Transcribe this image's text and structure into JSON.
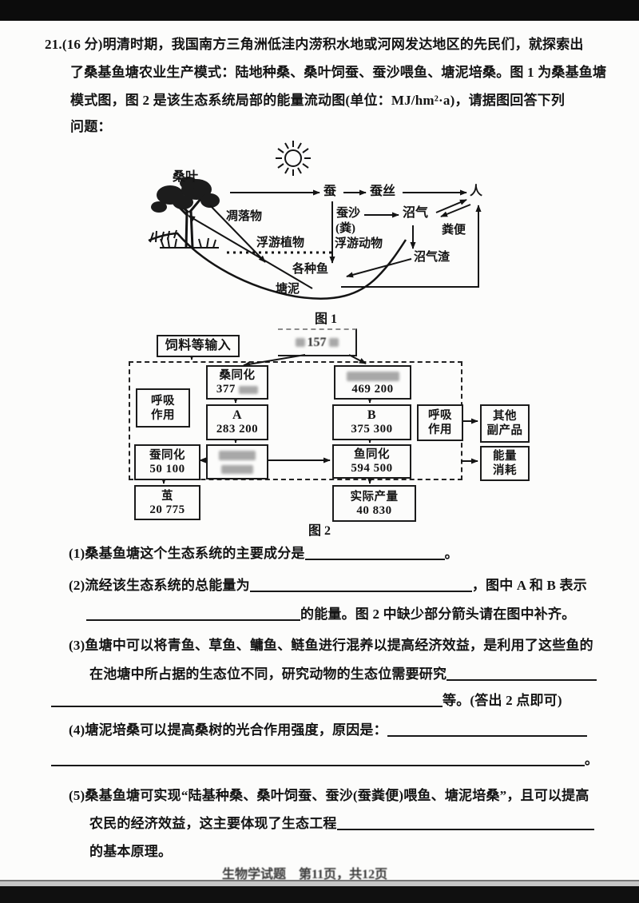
{
  "page": {
    "intro": {
      "num": "21.",
      "line1": "(16 分)明清时期，我国南方三角洲低洼内涝积水地或河网发达地区的先民们，就探索出",
      "line2": "了桑基鱼塘农业生产模式：陆地种桑、桑叶饲蚕、蚕沙喂鱼、塘泥培桑。图 1 为桑基鱼塘",
      "line3": "模式图，图 2 是该生态系统局部的能量流动图(单位：MJ/hm²·a)，请据图回答下列",
      "line4": "问题："
    },
    "q1": {
      "pre": "(1)桑基鱼塘这个生态系统的主要成分是",
      "post": "。"
    },
    "q2": {
      "pre": "(2)流经该生态系统的总能量为",
      "mid": "，图中 A 和 B 表示",
      "post": "的能量。图 2 中缺少部分箭头请在图中补齐。"
    },
    "q3": {
      "line1": "(3)鱼塘中可以将青鱼、草鱼、鳙鱼、鲢鱼进行混养以提高经济效益，是利用了这些鱼的",
      "line2": "在池塘中所占据的生态位不同，研究动物的生态位需要研究",
      "line3_post": "等。(答出 2 点即可)"
    },
    "q4": {
      "line1": "(4)塘泥培桑可以提高桑树的光合作用强度，原因是：",
      "line2_post": "。"
    },
    "q5": {
      "line1": "(5)桑基鱼塘可实现“陆基种桑、桑叶饲蚕、蚕沙(蚕粪便)喂鱼、塘泥培桑”，且可以提高",
      "line2": "农民的经济效益，这主要体现了生态工程",
      "line3": "的基本原理。"
    },
    "footer": "生物学试题　第11页，共12页"
  },
  "fig1": {
    "caption": "图 1",
    "mulberry_leaf": "桑叶",
    "silkworm": "蚕",
    "silk": "蚕丝",
    "human": "人",
    "frass1": "蚕沙",
    "frass2": "(粪)",
    "biogas": "沼气",
    "feces": "粪便",
    "litter": "凋落物",
    "phytoplankton": "浮游植物",
    "zooplankton": "浮游动物",
    "biogas_residue": "沼气渣",
    "fish": "各种鱼",
    "pond_mud": "塘泥"
  },
  "fig2": {
    "caption": "图 2",
    "feed_input": "饲料等输入",
    "solar_partial": "157",
    "sang_label": "桑同化",
    "sang_value": "377",
    "fuyou_value": "469 200",
    "resp1": "呼吸",
    "resp2": "作用",
    "a_label": "A",
    "a_value": "283 200",
    "b_label": "B",
    "b_value": "375 300",
    "other1": "其他",
    "other2": "副产品",
    "can_label": "蚕同化",
    "can_value": "50 100",
    "yu_label": "鱼同化",
    "yu_value": "594 500",
    "energy1": "能量",
    "energy2": "消耗",
    "jian_label": "茧",
    "jian_value": "20 775",
    "yield_label": "实际产量",
    "yield_value": "40 830"
  }
}
